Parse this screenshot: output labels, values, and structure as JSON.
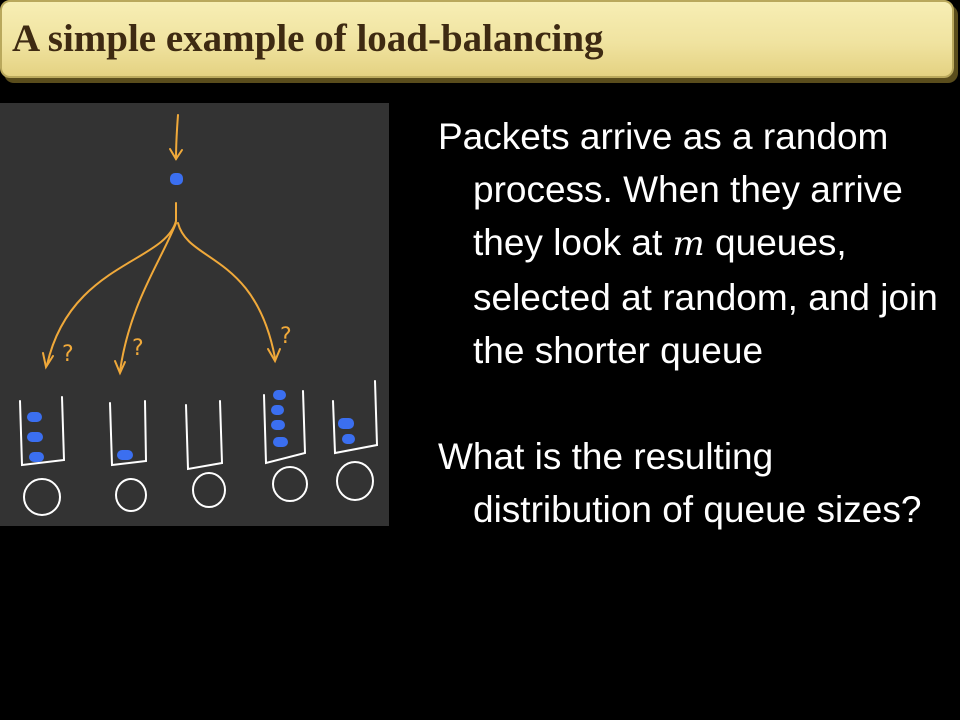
{
  "slide": {
    "title": "A simple example of load-balancing"
  },
  "body": {
    "para1_before": "Packets arrive as a random process. When they arrive they look at ",
    "math_var": "m",
    "para1_after": " queues, selected at random, and join the shorter queue",
    "para2": "What is the resulting distribution of queue sizes?"
  },
  "sketch": {
    "question_mark": "?",
    "colors": {
      "background": "#333333",
      "arrow": "#f0a93a",
      "packet": "#3b6ff0",
      "outline": "#ffffff"
    }
  }
}
